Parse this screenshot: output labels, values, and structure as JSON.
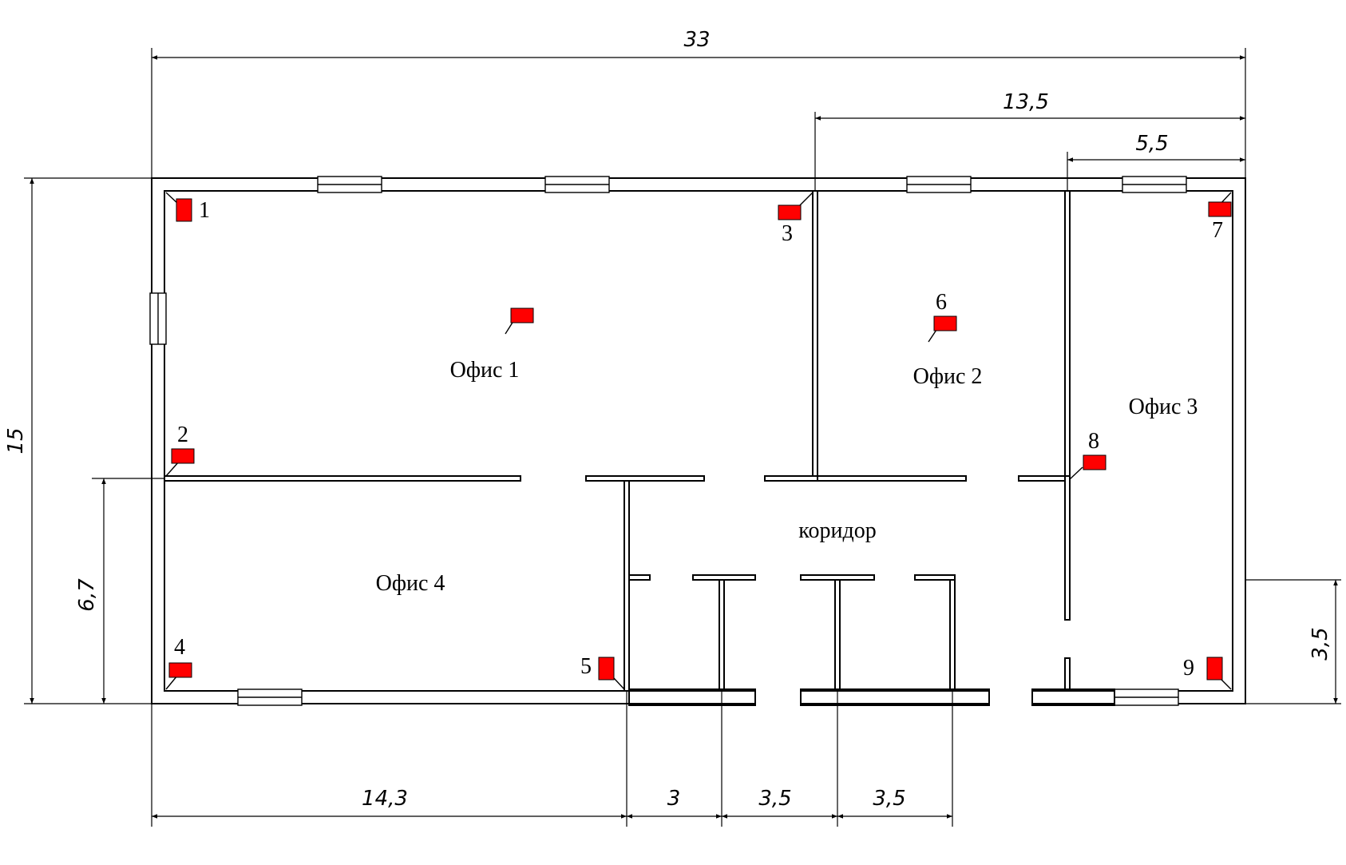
{
  "rooms": {
    "office1": "Офис 1",
    "office2": "Офис 2",
    "office3": "Офис 3",
    "office4": "Офис 4",
    "corridor": "коридор"
  },
  "dimensions": {
    "overall_width": "33",
    "right_block": "13,5",
    "office3_width": "5,5",
    "overall_height": "15",
    "office4_height": "6,7",
    "office3_door_offset": "3,5",
    "bottom_office4": "14,3",
    "bottom_seg_1": "3",
    "bottom_seg_2": "3,5",
    "bottom_seg_3": "3,5"
  },
  "sensors": {
    "color": "#ff0000",
    "labels": [
      "1",
      "2",
      "3",
      "4",
      "5",
      "6",
      "7",
      "8",
      "9"
    ]
  }
}
